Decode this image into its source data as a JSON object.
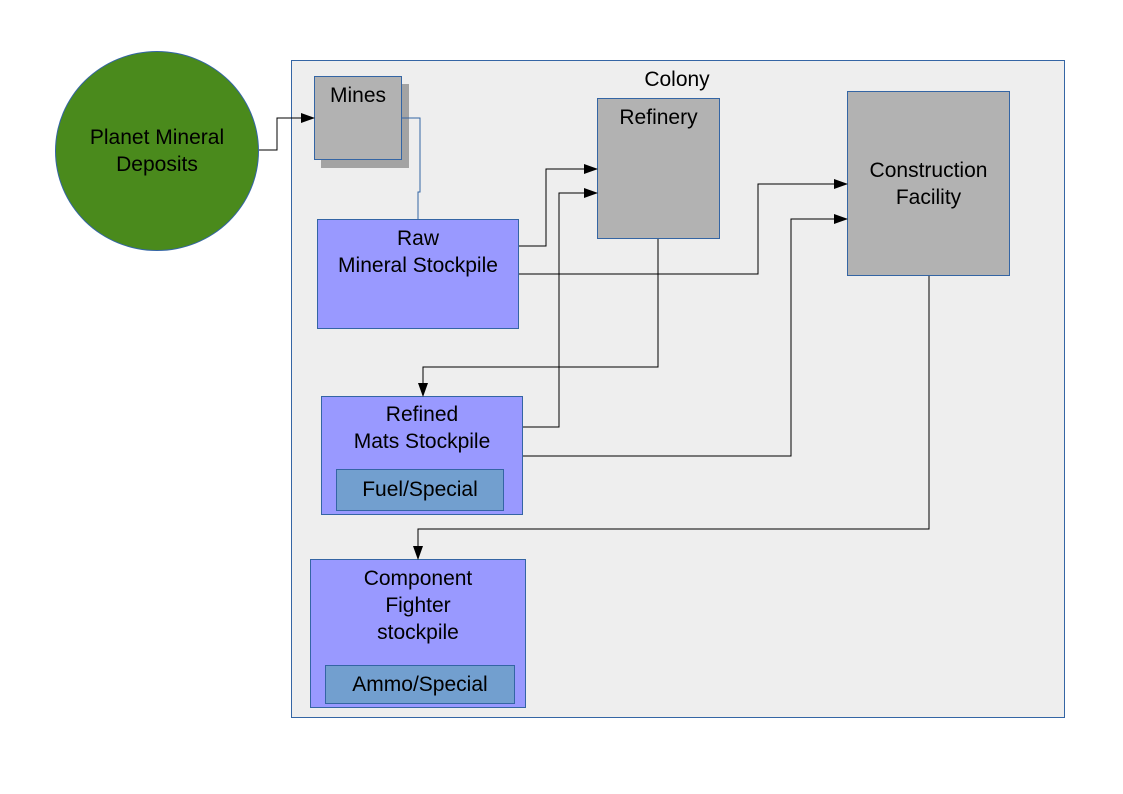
{
  "colors": {
    "planet": "#4a8a1c",
    "facility_gray": "#b2b2b2",
    "stockpile_lilac": "#9999ff",
    "substore_steel": "#729fcf",
    "colony_bg": "#eeeeee",
    "border": "#3465a4"
  },
  "planet": {
    "label_1": "Planet Mineral",
    "label_2": "Deposits"
  },
  "colony": {
    "title": "Colony"
  },
  "mines": {
    "label": "Mines"
  },
  "refinery": {
    "label": "Refinery"
  },
  "construction": {
    "label_1": "Construction",
    "label_2": "Facility"
  },
  "raw_stockpile": {
    "label_1": "Raw",
    "label_2": "Mineral Stockpile"
  },
  "refined_stockpile": {
    "label_1": "Refined",
    "label_2": "Mats Stockpile",
    "sub_label": "Fuel/Special"
  },
  "component_stockpile": {
    "label_1": "Component",
    "label_2": "Fighter",
    "label_3": "stockpile",
    "sub_label": "Ammo/Special"
  }
}
